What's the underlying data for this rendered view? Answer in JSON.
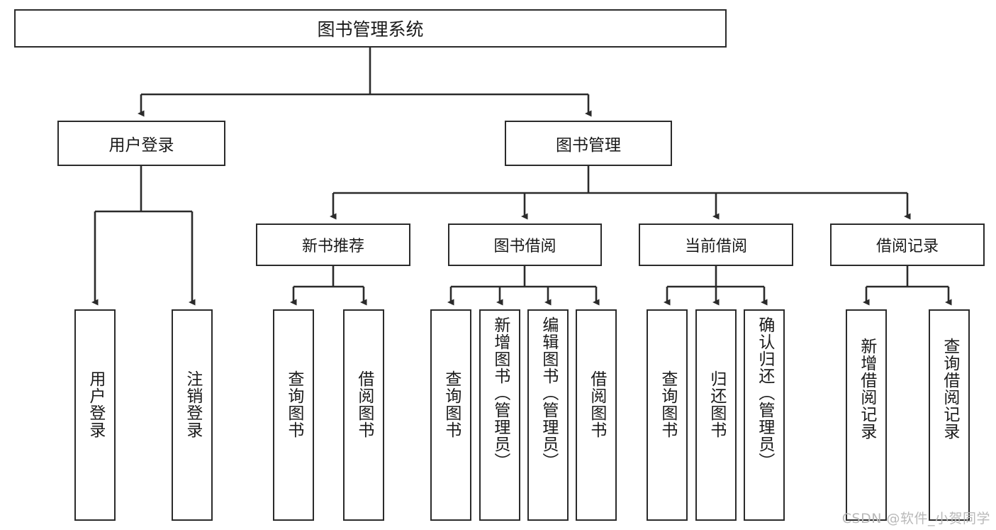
{
  "diagram": {
    "title": "图书管理系统",
    "watermark": "CSDN @软件_小贺同学",
    "colors": {
      "stroke": "#2b2b2b",
      "fill": "#ffffff",
      "text": "#1a1a1a",
      "watermark": "#b9b9b9"
    },
    "nodes": {
      "root": {
        "label": "图书管理系统"
      },
      "level2": [
        {
          "label": "用户登录"
        },
        {
          "label": "图书管理"
        }
      ],
      "level3": [
        {
          "label": "新书推荐"
        },
        {
          "label": "图书借阅"
        },
        {
          "label": "当前借阅"
        },
        {
          "label": "借阅记录"
        }
      ],
      "leaves": {
        "user_login": [
          {
            "label": "用户登录"
          },
          {
            "label": "注销登录"
          }
        ],
        "new_book": [
          {
            "label": "查询图书"
          },
          {
            "label": "借阅图书"
          }
        ],
        "borrow_book": [
          {
            "label": "查询图书"
          },
          {
            "label": "新增图书（管理员）"
          },
          {
            "label": "编辑图书（管理员）"
          },
          {
            "label": "借阅图书"
          }
        ],
        "current_borrow": [
          {
            "label": "查询图书"
          },
          {
            "label": "归还图书"
          },
          {
            "label": "确认归还（管理员）"
          }
        ],
        "borrow_record": [
          {
            "label": "新增借阅记录"
          },
          {
            "label": "查询借阅记录"
          }
        ]
      }
    }
  }
}
